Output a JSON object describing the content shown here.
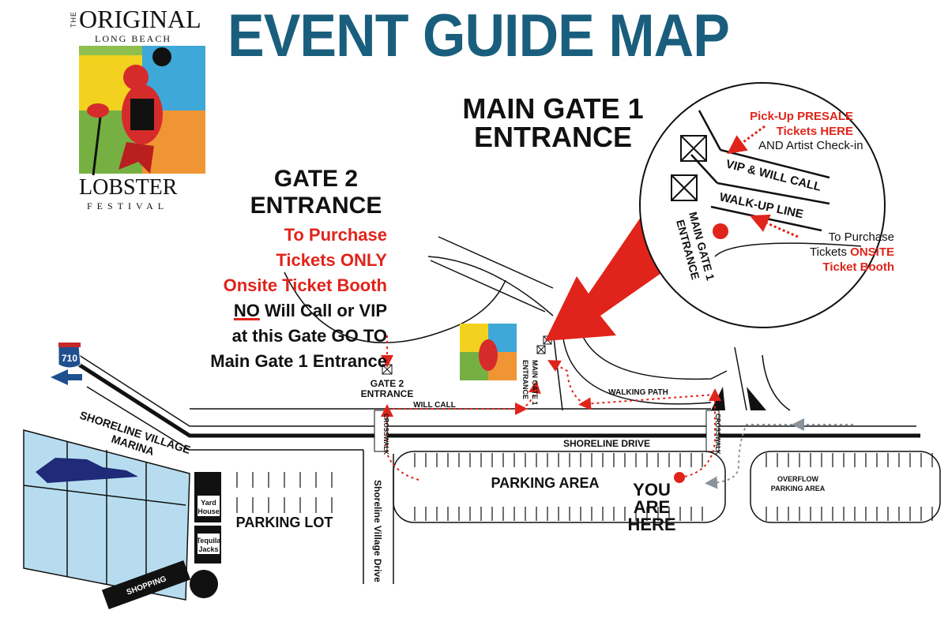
{
  "title": "EVENT GUIDE MAP",
  "logo": {
    "the": "THE",
    "original": "ORIGINAL",
    "long_beach": "LONG BEACH",
    "lobster": "LOBSTER",
    "festival": "FESTIVAL"
  },
  "gate2_heading": {
    "line1": "GATE 2",
    "line2": "ENTRANCE"
  },
  "gate2_info": {
    "line1": "To Purchase",
    "line2": "Tickets ONLY",
    "line3": "Onsite Ticket Booth",
    "no": "NO",
    "line4_rest": " Will Call or VIP",
    "line5": "at this Gate GO TO",
    "line6": "Main Gate 1 Entrance"
  },
  "main_gate_heading": {
    "line1": "MAIN GATE 1",
    "line2": "ENTRANCE"
  },
  "inset": {
    "presale_line1": "Pick-Up PRESALE",
    "presale_line2": "Tickets HERE",
    "checkin": "AND Artist Check-in",
    "vip_lane": "VIP & WILL CALL",
    "walkup_lane": "WALK-UP LINE",
    "gate_label_1": "MAIN GATE 1",
    "gate_label_2": "ENTRANCE",
    "onsite_line1": "To Purchase",
    "onsite_line2_prefix": "Tickets ",
    "onsite_line2_red": "ONSITE",
    "onsite_line3": "Ticket Booth"
  },
  "map_labels": {
    "highway": "710",
    "marina_1": "SHORELINE VILLAGE",
    "marina_2": "MARINA",
    "yard_house_1": "Yard",
    "yard_house_2": "House",
    "tequila_1": "Tequila",
    "tequila_2": "Jacks",
    "shopping": "SHOPPING",
    "parking_lot": "PARKING LOT",
    "street": "Shoreline Village Drive",
    "gate2_small_1": "GATE 2",
    "gate2_small_2": "ENTRANCE",
    "will_call": "WILL CALL",
    "crosswalk": "CROSSWALK",
    "shoreline_drive": "SHORELINE DRIVE",
    "parking_area": "PARKING AREA",
    "walking_path": "WALKING PATH",
    "main_gate_small_1": "MAIN GATE 1",
    "main_gate_small_2": "ENTRANCE",
    "overflow_1": "OVERFLOW",
    "overflow_2": "PARKING AREA",
    "you_are_here_1": "YOU",
    "you_are_here_2": "ARE",
    "you_are_here_3": "HERE"
  },
  "colors": {
    "title_blue": "#1a5e7e",
    "accent_red": "#e0241b",
    "water_blue": "#b7dcef",
    "boat_navy": "#1f2a78",
    "road_black": "#111111",
    "guide_gray": "#8a929a"
  }
}
